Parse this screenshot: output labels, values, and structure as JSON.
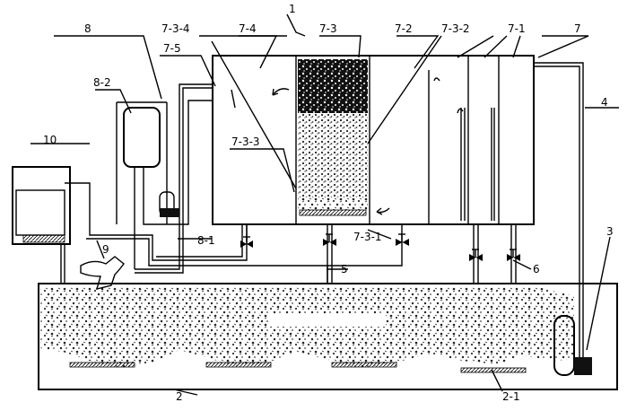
{
  "labels": {
    "l1": "1",
    "l7_4": "7-4",
    "l7_3": "7-3",
    "l7_2": "7-2",
    "l7_3_2": "7-3-2",
    "l7_1": "7-1",
    "l7": "7",
    "l7_3_4": "7-3-4",
    "l8": "8",
    "l7_5": "7-5",
    "l8_2": "8-2",
    "l7_3_3": "7-3-3",
    "l10": "10",
    "l8_1": "8-1",
    "l7_3_1": "7-3-1",
    "l9": "9",
    "l5": "5",
    "l6": "6",
    "l4": "4",
    "l3": "3",
    "l2": "2",
    "l2_1": "2-1"
  }
}
